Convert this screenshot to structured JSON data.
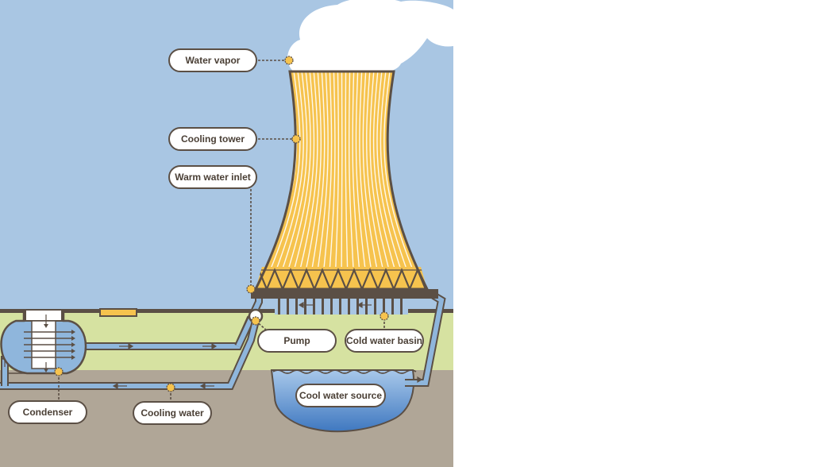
{
  "labels": {
    "water_vapor": "Water vapor",
    "cooling_tower": "Cooling tower",
    "warm_water_inlet": "Warm water inlet",
    "pump": "Pump",
    "cold_water_basin": "Cold water basin",
    "cool_water_source": "Cool water source",
    "condenser": "Condenser",
    "cooling_water": "Cooling water"
  },
  "colors": {
    "sky": "#a9c6e3",
    "ground_grass": "#d6e2a1",
    "ground_earth": "#b0a697",
    "tower_fill": "#f6c34e",
    "pipe_water": "#8fb6dc",
    "pool_water": "#4f86c9",
    "outline": "#5b4f45",
    "cloud": "#ffffff"
  },
  "icons": {
    "flow": "arrow-icon",
    "callout": "dotted-circle-icon"
  }
}
